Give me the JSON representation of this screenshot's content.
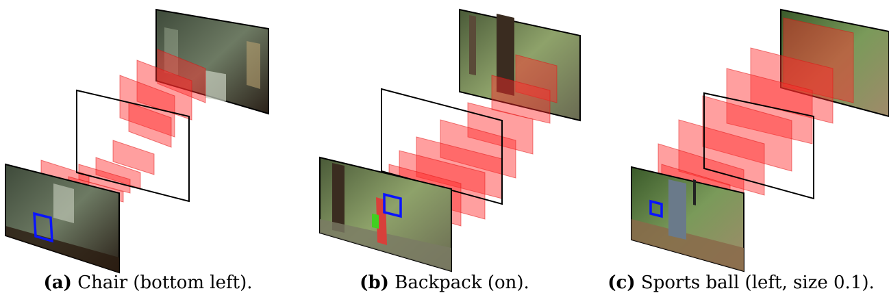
{
  "figure": {
    "panels": [
      {
        "label": "(a)",
        "caption": "Chair (bottom left)."
      },
      {
        "label": "(b)",
        "caption": "Backpack (on)."
      },
      {
        "label": "(c)",
        "caption": "Sports ball (left, size 0.1)."
      }
    ]
  },
  "colors": {
    "tube": "#ff2a2a",
    "frame_outline": "#000000",
    "detection_box": "#0a14ff"
  }
}
